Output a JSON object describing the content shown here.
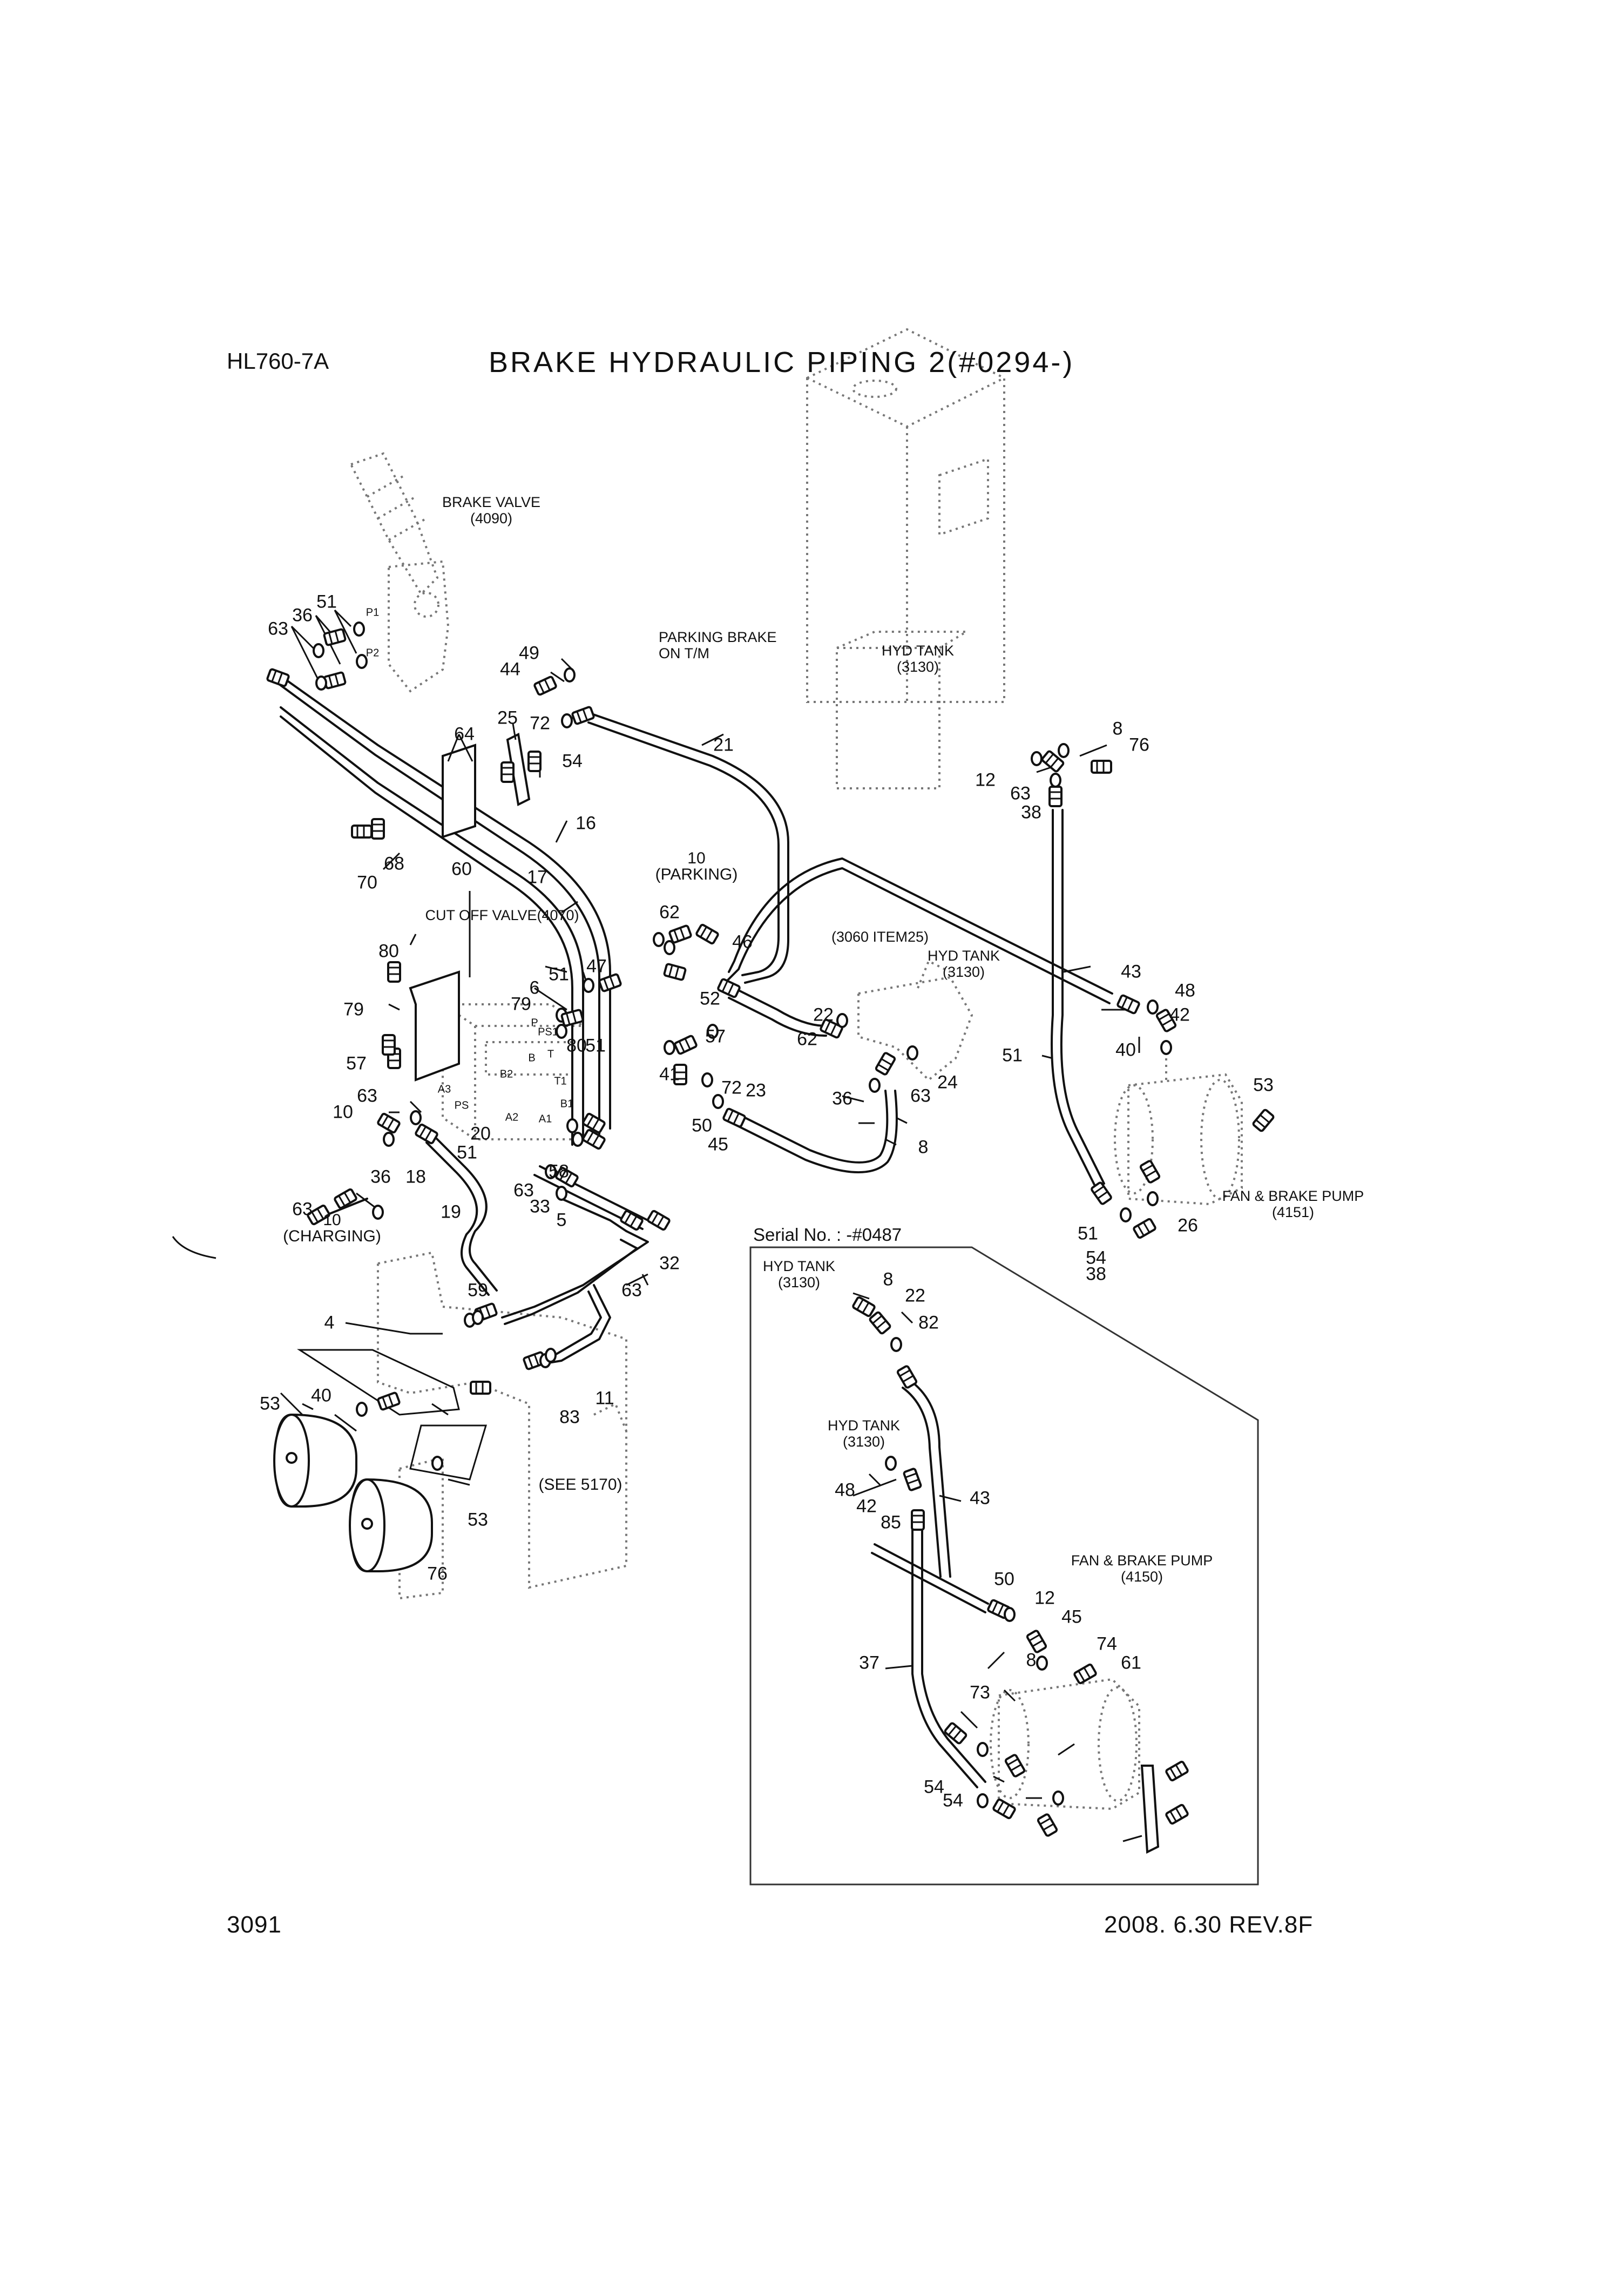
{
  "header": {
    "model": "HL760-7A",
    "title": "BRAKE HYDRAULIC PIPING 2(#0294-)"
  },
  "footer": {
    "page_number": "3091",
    "revision": "2008. 6.30  REV.8F"
  },
  "component_labels": {
    "brake_valve": [
      "BRAKE VALVE",
      "(4090)"
    ],
    "parking_brake": [
      "PARKING BRAKE",
      "ON T/M"
    ],
    "hyd_tank_main": [
      "HYD TANK",
      "(3130)"
    ],
    "parking": [
      "10",
      "(PARKING)"
    ],
    "cut_off_valve": [
      "CUT OFF VALVE(4070)"
    ],
    "item_3060": [
      "(3060 ITEM25)"
    ],
    "hyd_tank_right": [
      "HYD TANK",
      "(3130)"
    ],
    "fan_brake_pump_main": [
      "FAN & BRAKE PUMP",
      "(4151)"
    ],
    "charging": [
      "10",
      "(CHARGING)"
    ],
    "see_5170": [
      "(SEE 5170)"
    ],
    "serial_no": [
      "Serial No. : -#0487"
    ],
    "inset_hyd_tank_1": [
      "HYD TANK",
      "(3130)"
    ],
    "inset_hyd_tank_2": [
      "HYD TANK",
      "(3130)"
    ],
    "inset_fan_brake_pump": [
      "FAN & BRAKE PUMP",
      "(4150)"
    ]
  },
  "port_labels": [
    "P1",
    "P2",
    "P",
    "PS1",
    "T",
    "B2",
    "B",
    "T1",
    "A3",
    "PS",
    "A2",
    "A1",
    "B1"
  ],
  "callouts": [
    "63",
    "36",
    "51",
    "49",
    "44",
    "72",
    "21",
    "25",
    "64",
    "54",
    "68",
    "70",
    "60",
    "16",
    "17",
    "62",
    "46",
    "52",
    "47",
    "6",
    "51",
    "79",
    "80",
    "51",
    "57",
    "41",
    "72",
    "23",
    "62",
    "22",
    "43",
    "48",
    "42",
    "40",
    "53",
    "76",
    "8",
    "12",
    "63",
    "38",
    "51",
    "36",
    "63",
    "24",
    "50",
    "45",
    "8",
    "26",
    "54",
    "38",
    "51",
    "79",
    "80",
    "57",
    "10",
    "63",
    "20",
    "51",
    "36",
    "63",
    "18",
    "19",
    "63",
    "33",
    "5",
    "58",
    "32",
    "63",
    "59",
    "4",
    "53",
    "40",
    "83",
    "11",
    "53",
    "76",
    "8",
    "22",
    "82",
    "43",
    "48",
    "42",
    "85",
    "50",
    "12",
    "45",
    "8",
    "74",
    "61",
    "73",
    "37",
    "54",
    "54"
  ]
}
